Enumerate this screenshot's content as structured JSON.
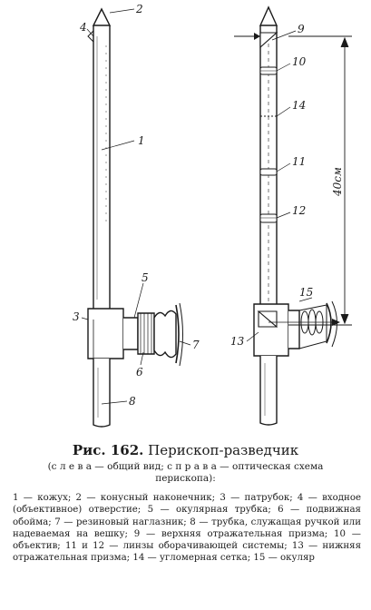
{
  "figure": {
    "left_labels": [
      "1",
      "2",
      "3",
      "4",
      "5",
      "6",
      "7",
      "8"
    ],
    "right_labels": [
      "9",
      "10",
      "11",
      "12",
      "13",
      "14",
      "15"
    ],
    "dimension": "40см"
  },
  "caption": {
    "number": "Рис. 162.",
    "title": "Перископ-разведчик",
    "subtitle": "(с л е в а — общий вид; с п р а в а — оптическая схема перископа):"
  },
  "legend": "1 — кожух; 2 — конусный наконечник; 3 — патрубок; 4 — входное (объективное) отверстие; 5 — окулярная трубка; 6 — подвижная обойма; 7 — резиновый наглазник; 8 — трубка, служащая ручкой или надеваемая на вешку; 9 — верхняя отражательная призма; 10 — объектив; 11 и 12 — линзы оборачивающей системы; 13 — нижняя отражательная призма; 14 — угломерная сетка; 15 — окуляр"
}
